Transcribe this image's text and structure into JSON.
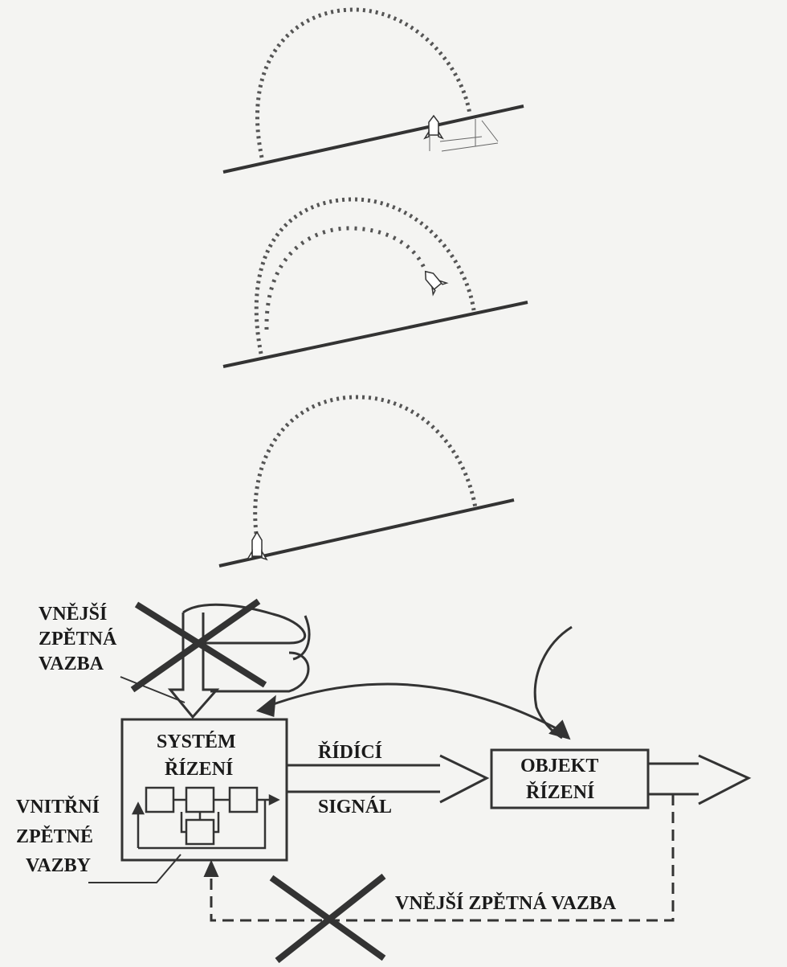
{
  "labels": {
    "external_feedback_left": [
      "VNĚJŠÍ",
      "ZPĚTNÁ",
      "VAZBA"
    ],
    "internal_feedback": [
      "VNITŘNÍ",
      "ZPĚTNÉ",
      "VAZBY"
    ],
    "control_system": [
      "SYSTÉM",
      "ŘÍZENÍ"
    ],
    "control_signal_top": "ŘÍDÍCÍ",
    "control_signal_bottom": "SIGNÁL",
    "controlled_object": [
      "OBJEKT",
      "ŘÍZENÍ"
    ],
    "external_feedback_bottom": "VNĚJŠÍ ZPĚTNÁ VAZBA"
  },
  "colors": {
    "ink": "#3a3a3a",
    "background": "#f4f4f2",
    "trajectory": "#555555"
  },
  "icons": [
    "rocket-icon",
    "cross-out-mark"
  ]
}
